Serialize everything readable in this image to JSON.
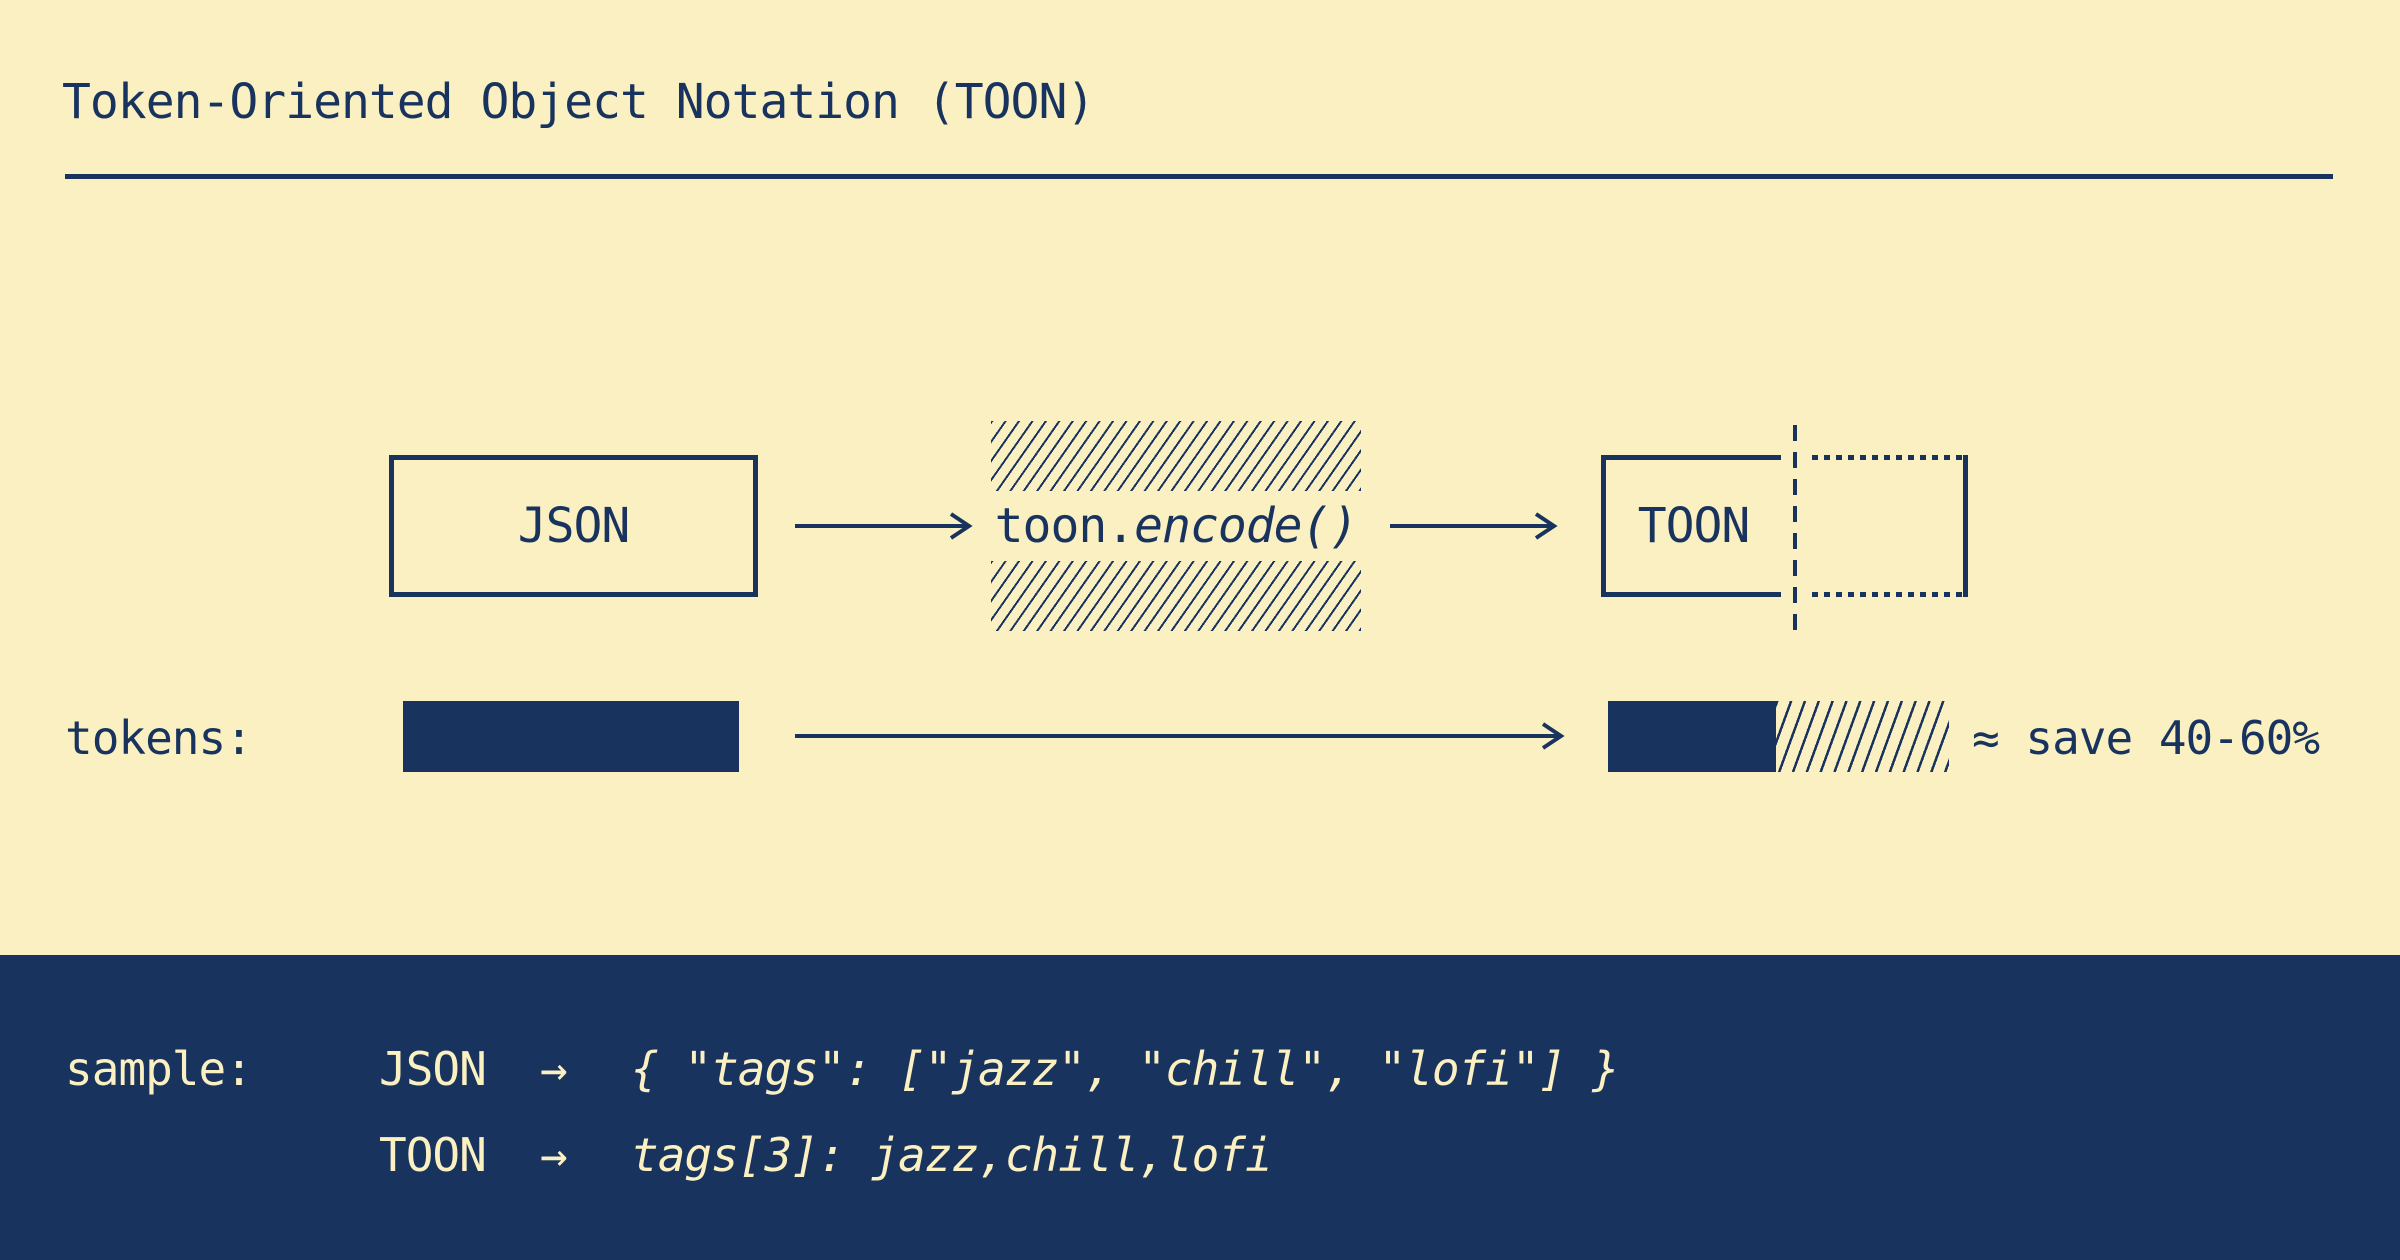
{
  "colors": {
    "cream": "#FBF0C1",
    "navy": "#17335E"
  },
  "header": {
    "title": "Token-Oriented Object Notation (TOON)"
  },
  "flow": {
    "input_label": "JSON",
    "encoder": {
      "prefix": "toon.",
      "call": "encode()"
    },
    "output_label": "TOON"
  },
  "tokens": {
    "label": "tokens:",
    "savings": "≈ save 40-60%"
  },
  "sample": {
    "label": "sample:",
    "rows": [
      {
        "format": "JSON",
        "arrow": "→",
        "code": "{ \"tags\": [\"jazz\", \"chill\", \"lofi\"] }"
      },
      {
        "format": "TOON",
        "arrow": "→",
        "code": "tags[3]: jazz,chill,lofi"
      }
    ]
  }
}
